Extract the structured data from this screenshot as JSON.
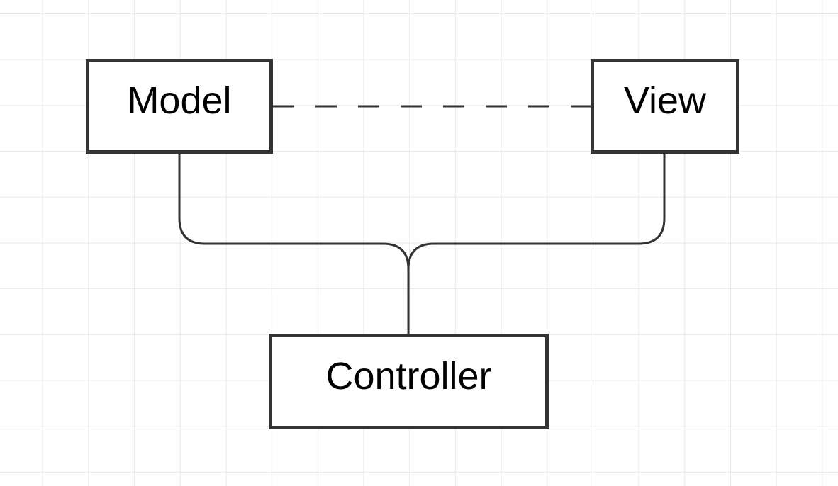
{
  "diagram": {
    "nodes": {
      "model": {
        "label": "Model"
      },
      "view": {
        "label": "View"
      },
      "controller": {
        "label": "Controller"
      }
    },
    "edges": [
      {
        "from": "model",
        "to": "view",
        "style": "dashed"
      },
      {
        "from": "model",
        "to": "controller",
        "style": "solid"
      },
      {
        "from": "view",
        "to": "controller",
        "style": "solid"
      }
    ]
  },
  "colors": {
    "stroke": "#333333",
    "grid": "#e8e8e8",
    "background": "#ffffff",
    "text": "#000000"
  }
}
